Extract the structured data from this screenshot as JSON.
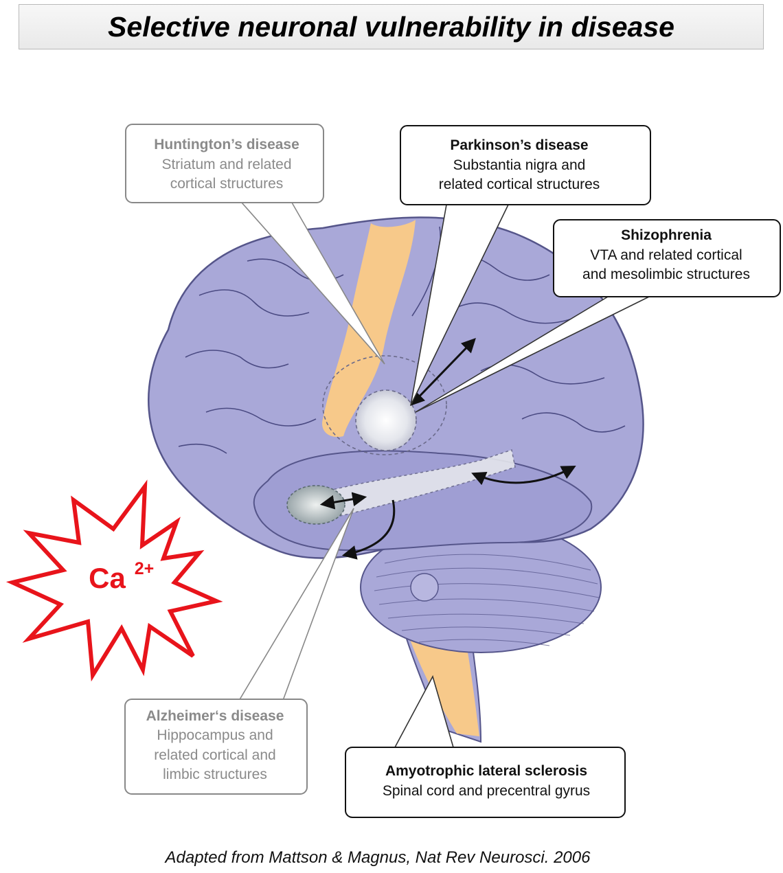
{
  "title": "Selective neuronal vulnerability in disease",
  "caption": "Adapted from Mattson & Magnus, Nat Rev Neurosci. 2006",
  "ion_label": {
    "base": "Ca",
    "charge": "2+"
  },
  "callouts": [
    {
      "id": "huntingtons",
      "title": "Huntington’s disease",
      "lines": [
        "Striatum and related",
        "cortical structures"
      ],
      "faded": true
    },
    {
      "id": "parkinsons",
      "title": "Parkinson’s disease",
      "lines": [
        "Substantia nigra and",
        "related cortical structures"
      ],
      "faded": false
    },
    {
      "id": "schizophrenia",
      "title": "Shizophrenia",
      "lines": [
        "VTA and related cortical",
        "and mesolimbic structures"
      ],
      "faded": false
    },
    {
      "id": "alzheimers",
      "title": "Alzheimer‘s disease",
      "lines": [
        "Hippocampus and",
        "related cortical and",
        "limbic structures"
      ],
      "faded": true
    },
    {
      "id": "als",
      "title": "Amyotrophic lateral sclerosis",
      "lines": [
        "Spinal cord and precentral gyrus"
      ],
      "faded": false
    }
  ],
  "colors": {
    "brain_fill": "#a9a8d8",
    "brain_outline": "#55558a",
    "highlight": "#f7c98a",
    "starburst": "#e8141b",
    "faded_text": "#8a8a8a",
    "dark_text": "#111111"
  }
}
